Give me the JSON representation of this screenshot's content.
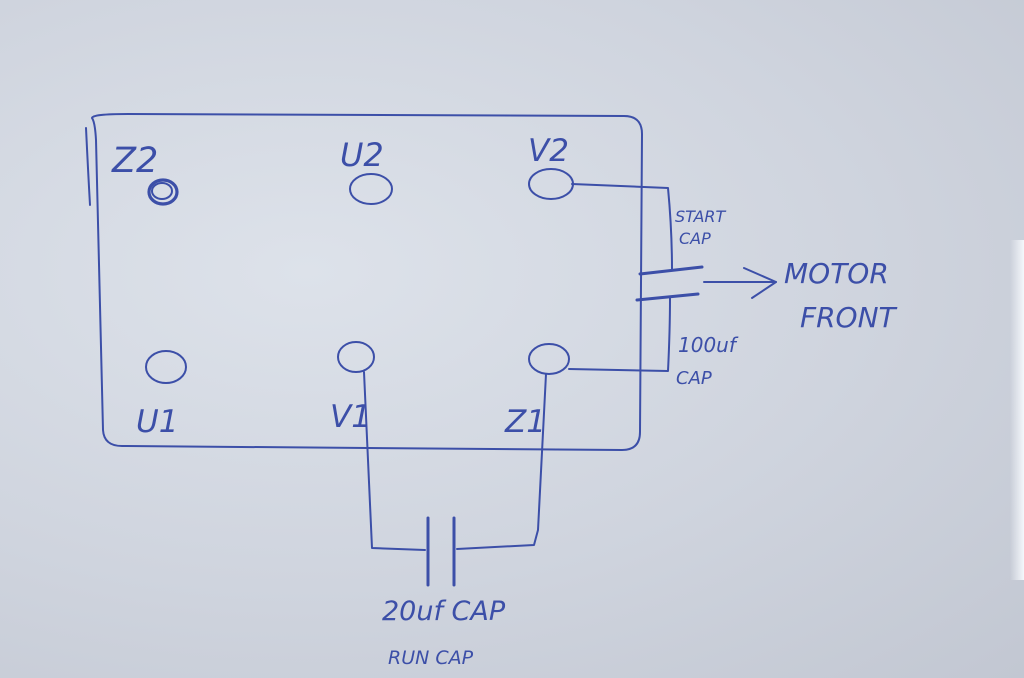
{
  "colors": {
    "paper": "#d3d8e1",
    "ink": "#3c4fa8"
  },
  "terminals": {
    "z2": "Z2",
    "u2": "U2",
    "v2": "V2",
    "u1": "U1",
    "v1": "V1",
    "z1": "Z1"
  },
  "labels": {
    "start_cap_line1": "START",
    "start_cap_line2": "CAP",
    "cap_100_line1": "100uf",
    "cap_100_line2": "CAP",
    "motor_line1": "MOTOR",
    "motor_line2": "FRONT",
    "run_cap_value": "20uf CAP",
    "run_cap_name": "RUN CAP"
  }
}
